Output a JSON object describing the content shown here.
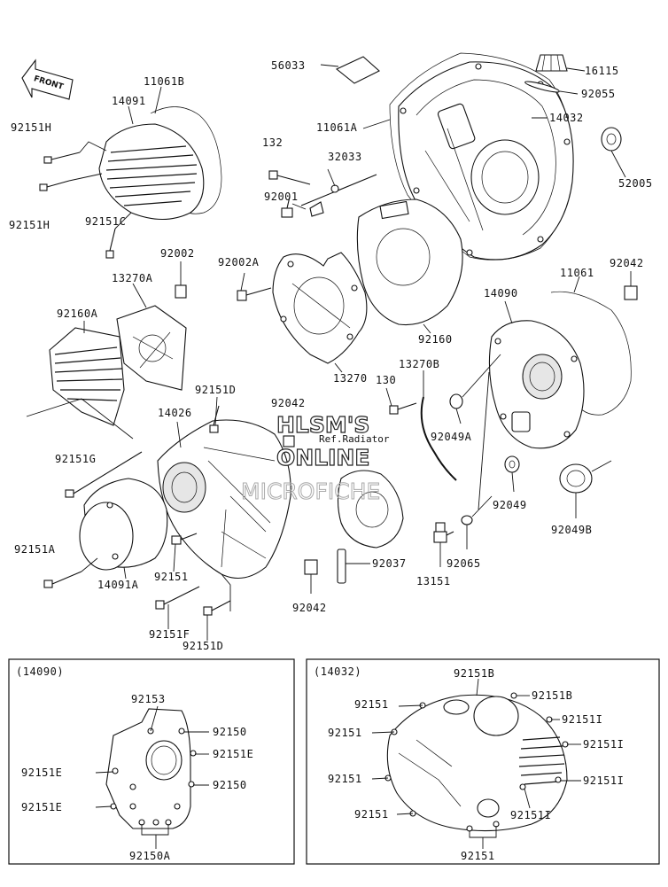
{
  "front_label": "FRONT",
  "watermark": {
    "line1": "HLSM'S",
    "line2": "ONLINE",
    "line3": "MICROFICHE"
  },
  "reference_note": "Ref.Radiator",
  "labels": {
    "p56033": "56033",
    "p16115": "16115",
    "p92055": "92055",
    "p14032": "14032",
    "p52005": "52005",
    "p11061B": "11061B",
    "p14091": "14091",
    "p92151H_1": "92151H",
    "p92151H_2": "92151H",
    "p92151C": "92151C",
    "p132": "132",
    "p32033": "32033",
    "p11061A": "11061A",
    "p92001": "92001",
    "p92002": "92002",
    "p92002A": "92002A",
    "p92042_1": "92042",
    "p11061": "11061",
    "p13270A": "13270A",
    "p14090": "14090",
    "p92160A": "92160A",
    "p92160": "92160",
    "p13270B": "13270B",
    "p130": "130",
    "p92151D_1": "92151D",
    "p92042_2": "92042",
    "p13270": "13270",
    "p14026": "14026",
    "p92049A": "92049A",
    "p92151G": "92151G",
    "p92049": "92049",
    "p92049B": "92049B",
    "p92151A": "92151A",
    "p92037": "92037",
    "p92151_1": "92151",
    "p14091A": "14091A",
    "p92065": "92065",
    "p13151": "13151",
    "p92042_3": "92042",
    "p92151F": "92151F",
    "p92151D_2": "92151D"
  },
  "box_left": {
    "header": "(14090)",
    "labels": {
      "a92153": "92153",
      "a92150_1": "92150",
      "a92151E_1": "92151E",
      "a92151E_2": "92151E",
      "a92150_2": "92150",
      "a92151E_3": "92151E",
      "a92150A": "92150A"
    }
  },
  "box_right": {
    "header": "(14032)",
    "labels": {
      "b92151B_1": "92151B",
      "b92151B_2": "92151B",
      "b92151_1": "92151",
      "b92151I_1": "92151I",
      "b92151_2": "92151",
      "b92151I_2": "92151I",
      "b92151_3": "92151",
      "b92151I_3": "92151I",
      "b92151_4": "92151",
      "b92151I_4": "92151I",
      "b92151_5": "92151"
    }
  }
}
